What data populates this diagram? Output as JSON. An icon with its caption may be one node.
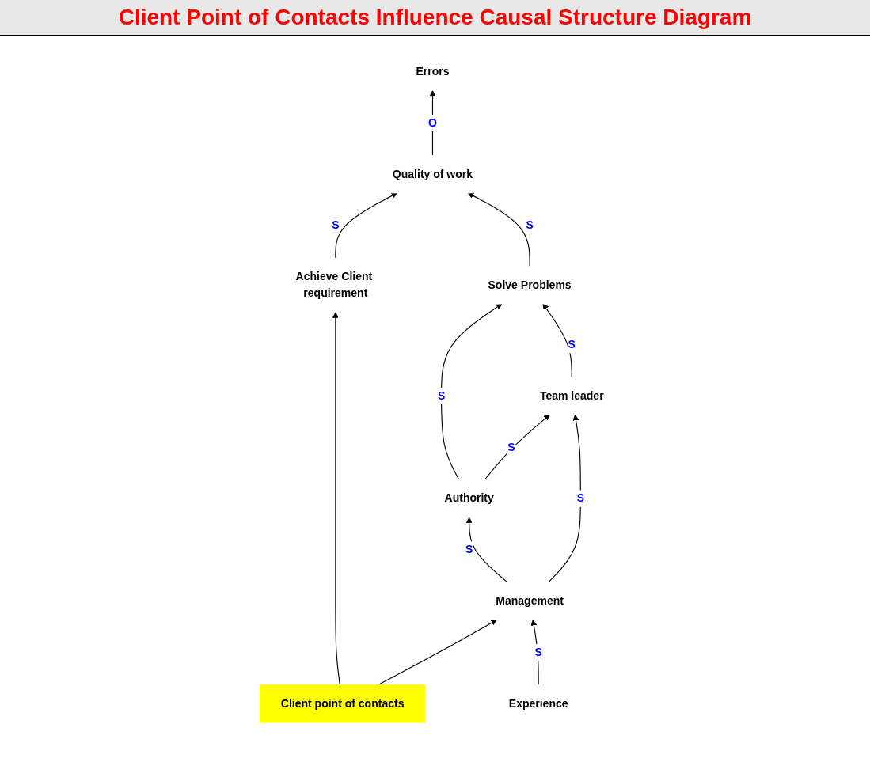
{
  "diagram": {
    "title": "Client Point of Contacts Influence Causal Structure Diagram",
    "nodes": [
      {
        "text": [
          "Quality of work"
        ]
      },
      {
        "text": [
          "Errors"
        ]
      },
      {
        "text": [
          "Achieve Client requirement"
        ]
      },
      {
        "text": [
          "Solve Problems"
        ]
      },
      {
        "text": [
          "Authority"
        ]
      },
      {
        "text": [
          "Client point of contacts"
        ]
      },
      {
        "text": [
          "Team leader"
        ]
      },
      {
        "text": [
          "Management"
        ]
      },
      {
        "text": [
          "Experience"
        ]
      }
    ],
    "edges": [
      {
        "from": 3,
        "to": 0,
        "arrow": "to",
        "label": "S"
      },
      {
        "from": 0,
        "to": 1,
        "arrow": "to",
        "label": "O"
      },
      {
        "from": 2,
        "to": 0,
        "arrow": "to",
        "label": "S"
      },
      {
        "from": 4,
        "to": 3,
        "arrow": "to",
        "label": "S"
      },
      {
        "from": 5,
        "to": 2,
        "arrow": "to"
      },
      {
        "from": 4,
        "to": 6,
        "arrow": "to",
        "label": "S"
      },
      {
        "from": 6,
        "to": 3,
        "arrow": "to",
        "label": "S"
      },
      {
        "from": 7,
        "to": 4,
        "arrow": "to",
        "label": "S"
      },
      {
        "from": 5,
        "to": 7,
        "arrow": "to"
      },
      {
        "from": 7,
        "to": 6,
        "arrow": "to",
        "label": "S"
      },
      {
        "from": 8,
        "to": 7,
        "arrow": "to",
        "label": "S"
      }
    ]
  }
}
